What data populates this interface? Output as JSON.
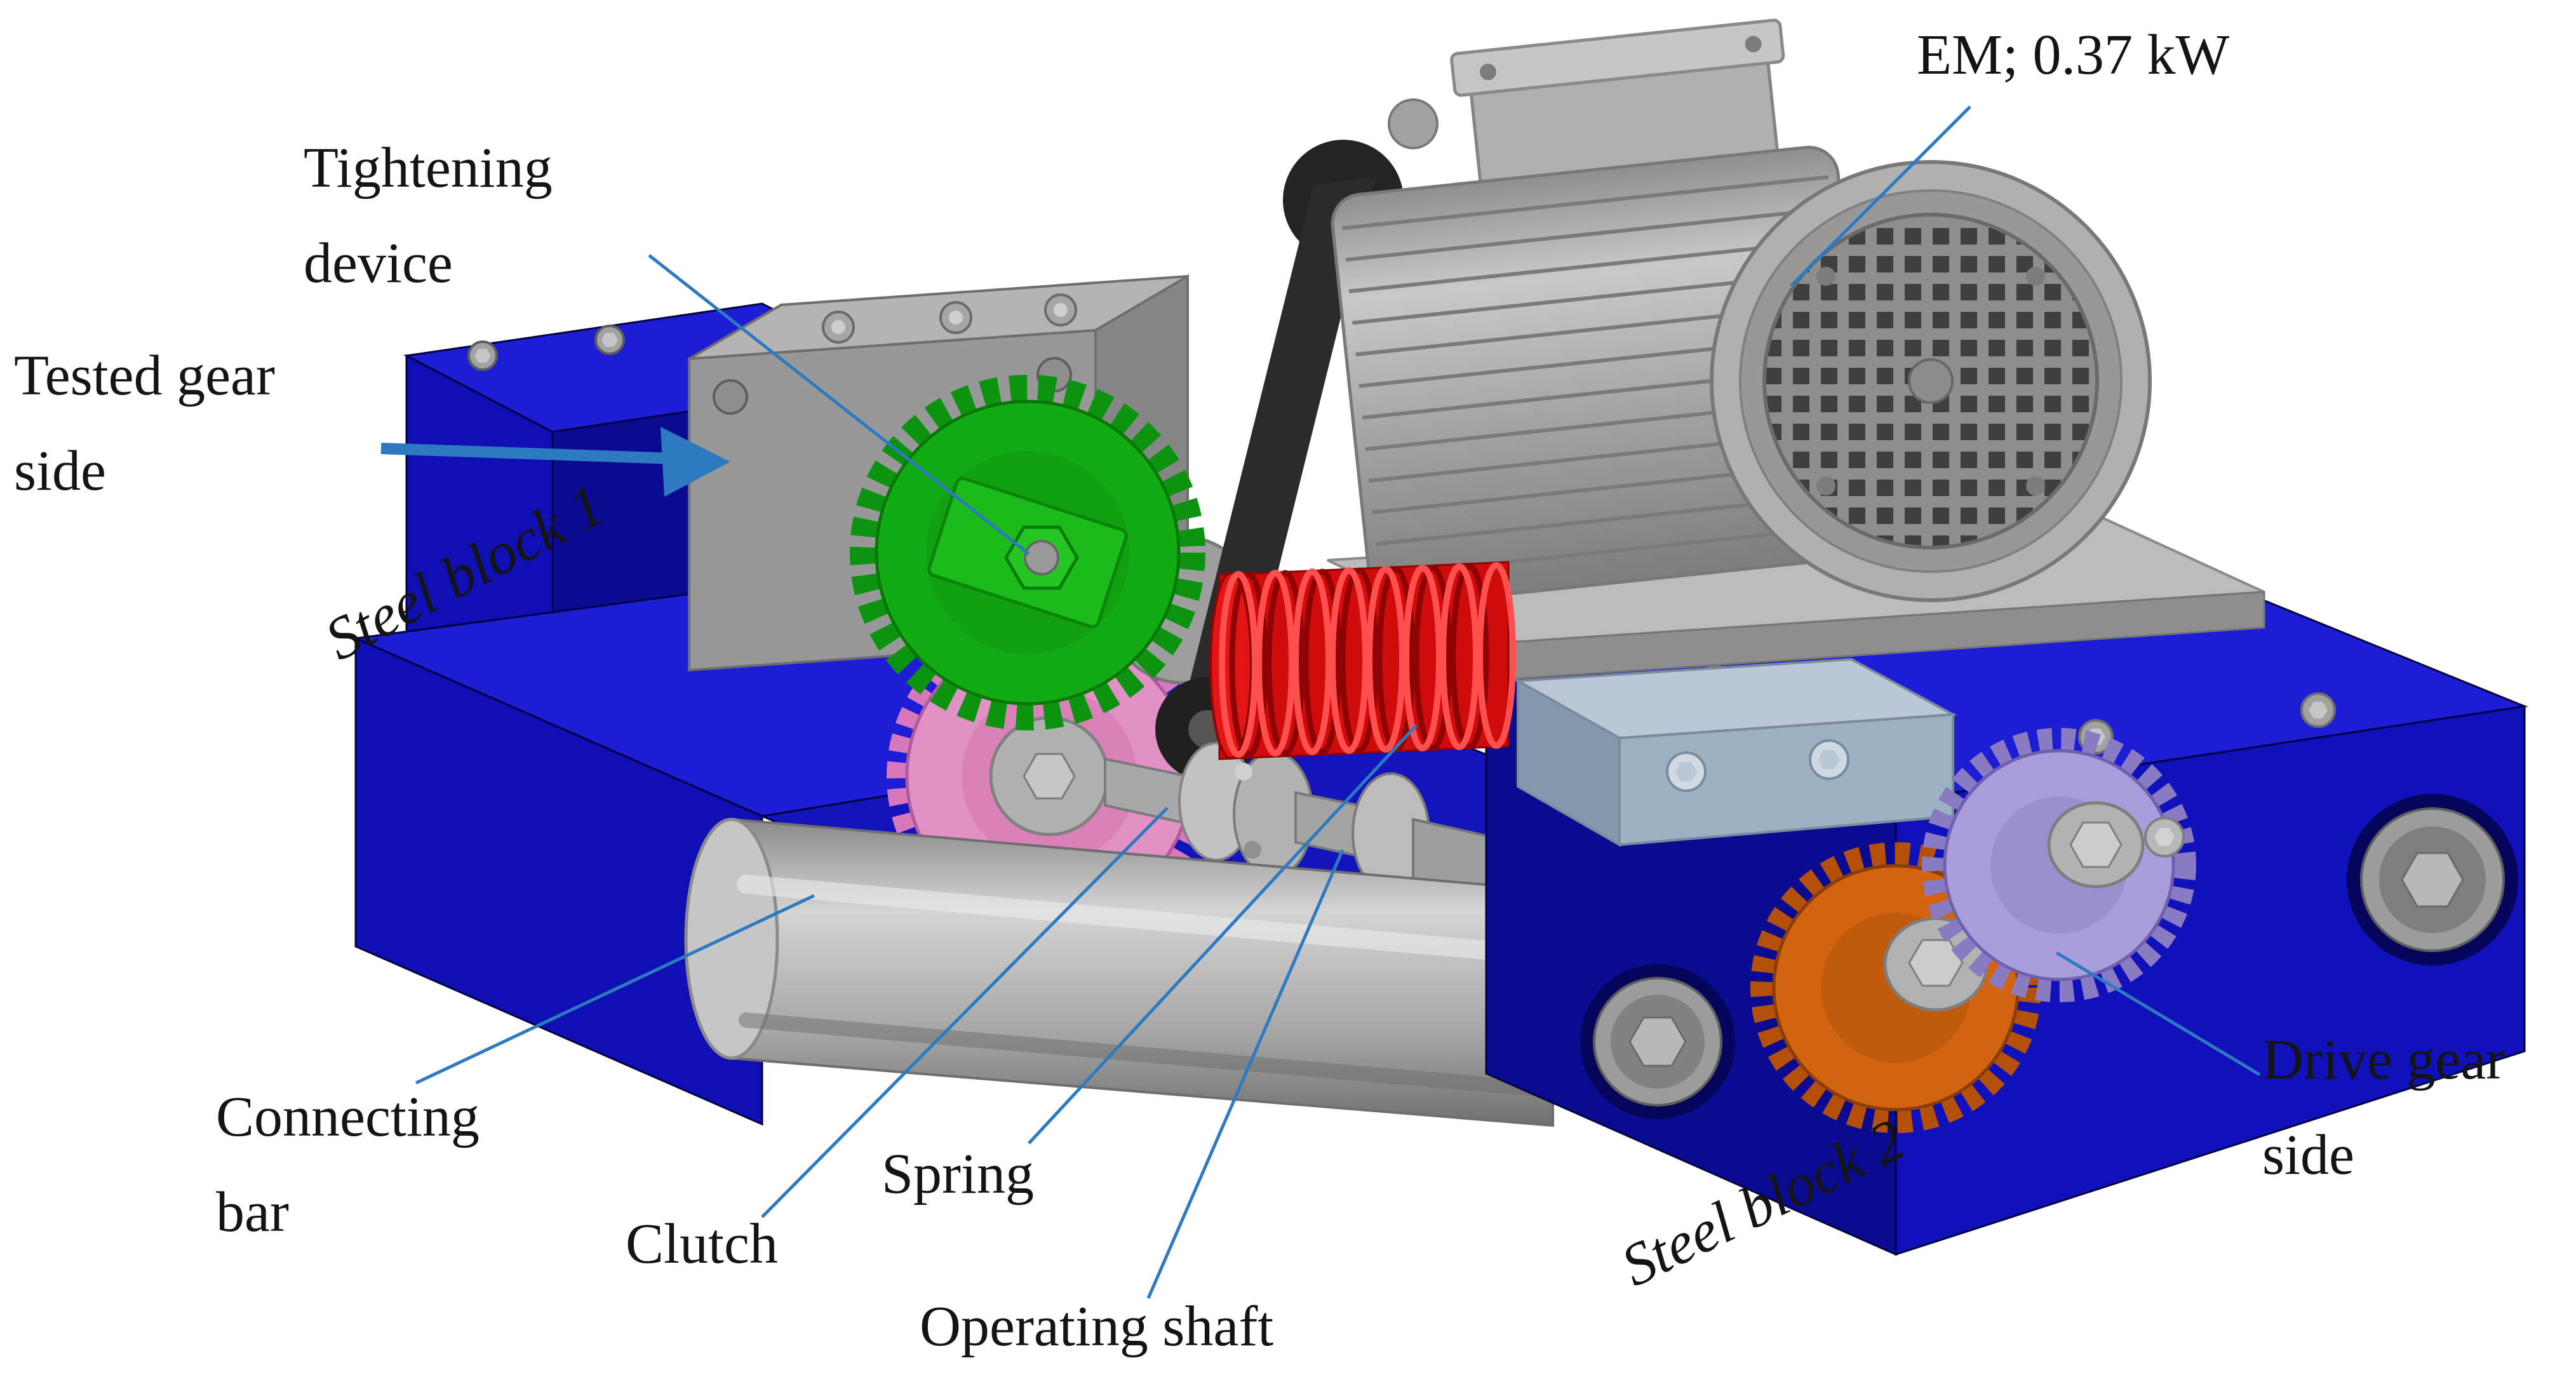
{
  "figure": {
    "kind": "annotated-3d-cad-diagram",
    "labels": {
      "em": "EM; 0.37 kW",
      "tightening_line1": "Tightening",
      "tightening_line2": "device",
      "tested_line1": "Tested gear",
      "tested_line2": "side",
      "steel_block_1": "Steel block 1",
      "connecting_line1": "Connecting",
      "connecting_line2": "bar",
      "clutch": "Clutch",
      "spring": "Spring",
      "operating_shaft": "Operating shaft",
      "steel_block_2": "Steel block 2",
      "drive_line1": "Drive gear",
      "drive_line2": "side"
    },
    "colors": {
      "background": "#ffffff",
      "base_blue_top": "#1d1dd6",
      "base_blue_front": "#0f0fb4",
      "base_blue_side": "#0b0b92",
      "leader_blue": "#2d7ac1",
      "motor_gray": "#a8a8a8",
      "tested_gear_green": "#13ab13",
      "pink_gear": "#e291c7",
      "spring_red": "#cf0b0b",
      "orange_gear": "#d2640f",
      "purple_gear": "#ab9cdb",
      "bracket_steel_blue": "#9db0c4",
      "label_text": "#141414"
    }
  }
}
